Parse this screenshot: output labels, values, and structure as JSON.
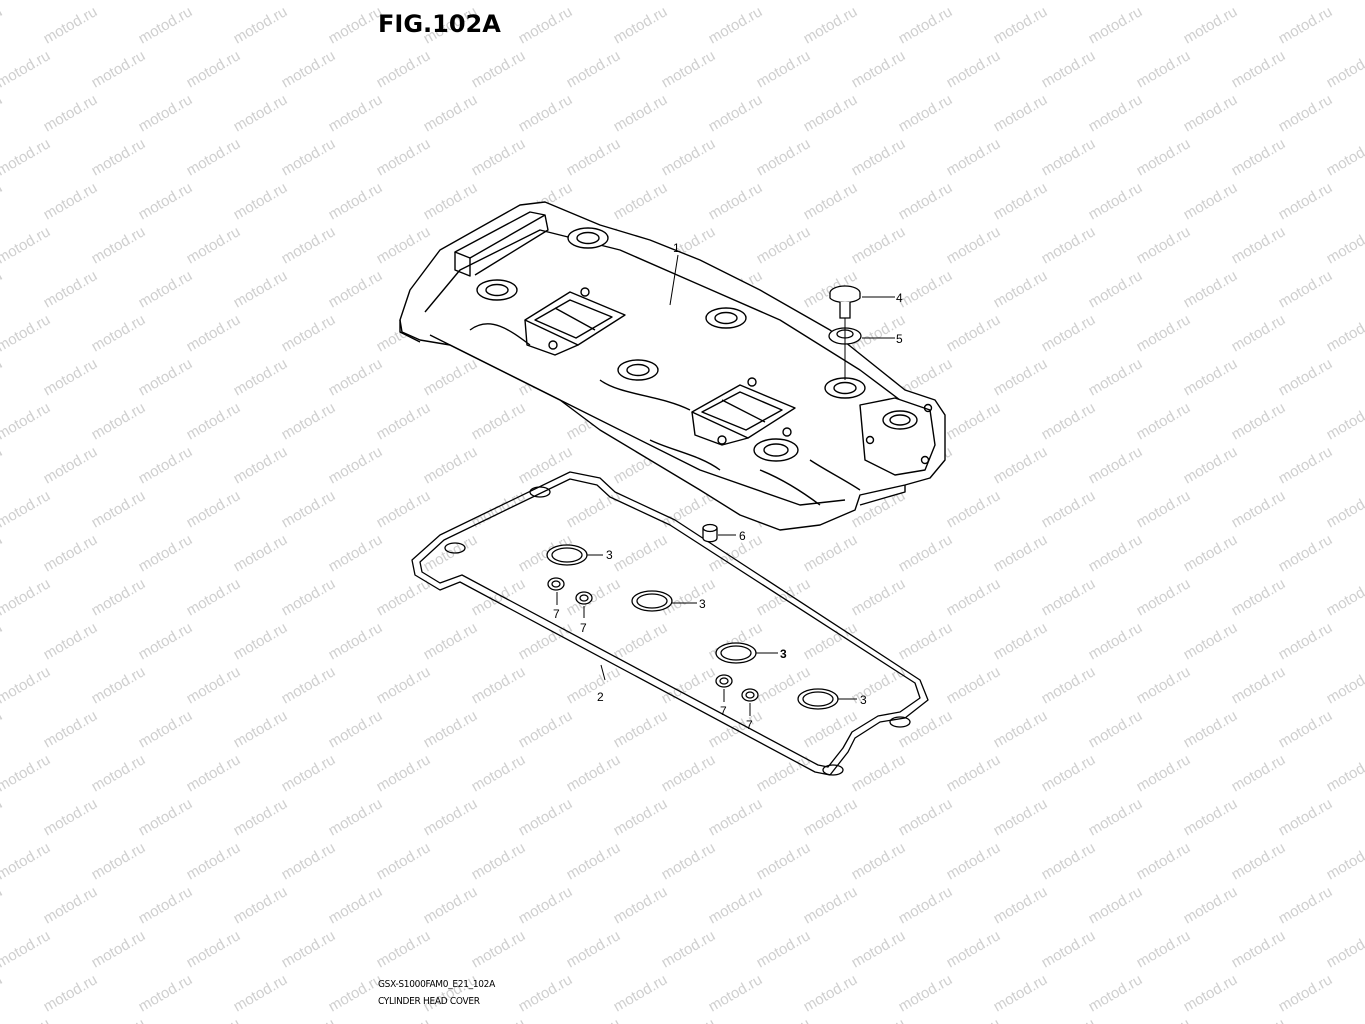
{
  "figure": {
    "title": "FIG.102A",
    "code": "GSX-S1000FAM0_E21_102A",
    "caption": "CYLINDER HEAD COVER"
  },
  "watermark": {
    "text": "motod.ru",
    "color": "#cfcfcf"
  },
  "callouts": [
    {
      "id": "1",
      "label": "1"
    },
    {
      "id": "2",
      "label": "2"
    },
    {
      "id": "3a",
      "label": "3"
    },
    {
      "id": "3b",
      "label": "3"
    },
    {
      "id": "3c",
      "label": "3"
    },
    {
      "id": "3d",
      "label": "3"
    },
    {
      "id": "4",
      "label": "4"
    },
    {
      "id": "5",
      "label": "5"
    },
    {
      "id": "6",
      "label": "6"
    },
    {
      "id": "7a",
      "label": "7"
    },
    {
      "id": "7b",
      "label": "7"
    },
    {
      "id": "7c",
      "label": "7"
    },
    {
      "id": "7d",
      "label": "7"
    }
  ]
}
